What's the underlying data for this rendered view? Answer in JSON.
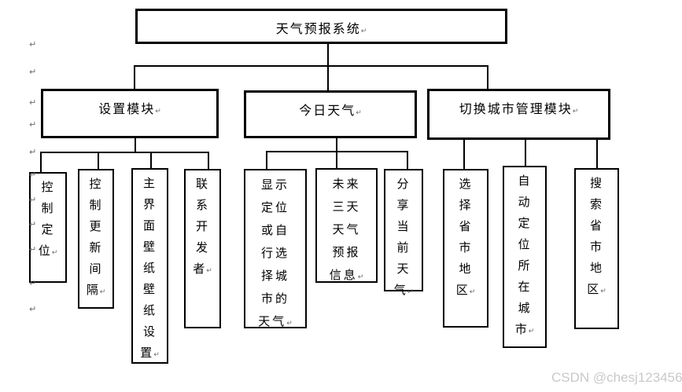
{
  "colors": {
    "bg": "#ffffff",
    "ink": "#000000",
    "mark": "#6b6b6b",
    "watermark": "#c9c9c9"
  },
  "marks": {
    "pilcrow": "↵"
  },
  "watermark": {
    "text": "CSDN @chesj123456"
  },
  "tree": {
    "root": "天气预报系统",
    "modules": [
      {
        "label": "设置模块",
        "children": [
          "控制定位",
          "控制更新间隔",
          "主界面壁纸壁纸设置",
          "联系开发者"
        ]
      },
      {
        "label": "今日天气",
        "children": [
          "显示定位或自行选择城市的天气",
          "未来三天天气预报信息",
          "分享当前天气"
        ]
      },
      {
        "label": "切换城市管理模块",
        "children": [
          "选择省市地区",
          "自动定位所在城市",
          "搜索省市地区"
        ]
      }
    ]
  }
}
